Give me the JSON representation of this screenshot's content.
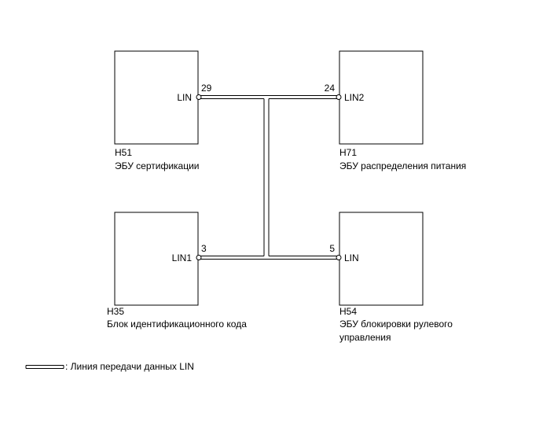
{
  "components": {
    "h51": {
      "code": "H51",
      "name": "ЭБУ сертификации",
      "pin_label": "LIN",
      "pin_number": "29"
    },
    "h71": {
      "code": "H71",
      "name": "ЭБУ распределения питания",
      "pin_label": "LIN2",
      "pin_number": "24"
    },
    "h35": {
      "code": "H35",
      "name": "Блок идентификационного кода",
      "pin_label": "LIN1",
      "pin_number": "3"
    },
    "h54": {
      "code": "H54",
      "name_line1": "ЭБУ блокировки рулевого",
      "name_line2": "управления",
      "pin_label": "LIN",
      "pin_number": "5"
    }
  },
  "legend": {
    "text": ": Линия передачи данных LIN"
  }
}
